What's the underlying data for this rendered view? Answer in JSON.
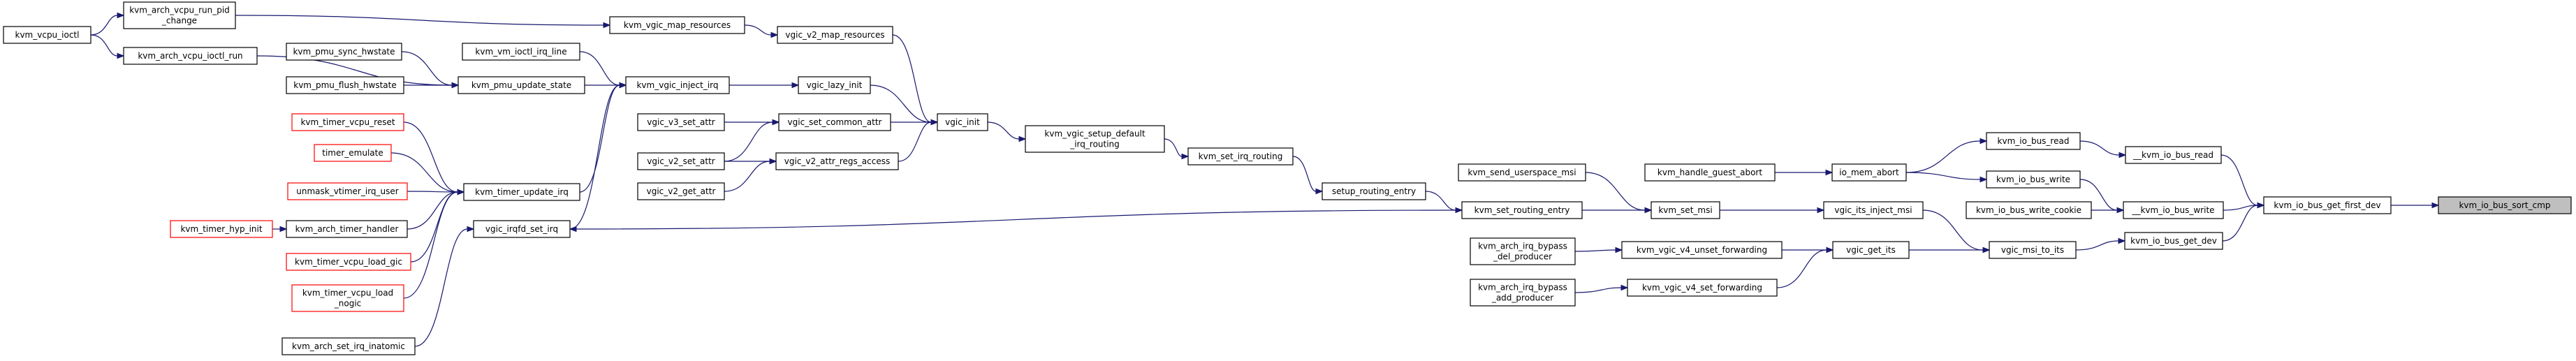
{
  "diagram": {
    "focus_node": "kvm_io_bus_sort_cmp",
    "nodes": [
      {
        "id": "kvm_vcpu_ioctl",
        "lines": [
          "kvm_vcpu_ioctl"
        ],
        "style": "normal"
      },
      {
        "id": "kvm_arch_vcpu_run_pid_change",
        "lines": [
          "kvm_arch_vcpu_run_pid",
          "_change"
        ],
        "style": "normal"
      },
      {
        "id": "kvm_arch_vcpu_ioctl_run",
        "lines": [
          "kvm_arch_vcpu_ioctl_run"
        ],
        "style": "normal"
      },
      {
        "id": "kvm_timer_hyp_init",
        "lines": [
          "kvm_timer_hyp_init"
        ],
        "style": "red"
      },
      {
        "id": "kvm_pmu_sync_hwstate",
        "lines": [
          "kvm_pmu_sync_hwstate"
        ],
        "style": "normal"
      },
      {
        "id": "kvm_pmu_flush_hwstate",
        "lines": [
          "kvm_pmu_flush_hwstate"
        ],
        "style": "normal"
      },
      {
        "id": "kvm_timer_vcpu_reset",
        "lines": [
          "kvm_timer_vcpu_reset"
        ],
        "style": "red"
      },
      {
        "id": "timer_emulate",
        "lines": [
          "timer_emulate"
        ],
        "style": "red"
      },
      {
        "id": "unmask_vtimer_irq_user",
        "lines": [
          "unmask_vtimer_irq_user"
        ],
        "style": "red"
      },
      {
        "id": "kvm_arch_timer_handler",
        "lines": [
          "kvm_arch_timer_handler"
        ],
        "style": "normal"
      },
      {
        "id": "kvm_timer_vcpu_load_gic",
        "lines": [
          "kvm_timer_vcpu_load_gic"
        ],
        "style": "red"
      },
      {
        "id": "kvm_timer_vcpu_load_nogic",
        "lines": [
          "kvm_timer_vcpu_load",
          "_nogic"
        ],
        "style": "red"
      },
      {
        "id": "kvm_arch_set_irq_inatomic",
        "lines": [
          "kvm_arch_set_irq_inatomic"
        ],
        "style": "normal"
      },
      {
        "id": "kvm_vm_ioctl_irq_line",
        "lines": [
          "kvm_vm_ioctl_irq_line"
        ],
        "style": "normal"
      },
      {
        "id": "kvm_pmu_update_state",
        "lines": [
          "kvm_pmu_update_state"
        ],
        "style": "normal"
      },
      {
        "id": "kvm_timer_update_irq",
        "lines": [
          "kvm_timer_update_irq"
        ],
        "style": "normal"
      },
      {
        "id": "vgic_irqfd_set_irq",
        "lines": [
          "vgic_irqfd_set_irq"
        ],
        "style": "normal"
      },
      {
        "id": "kvm_vgic_map_resources",
        "lines": [
          "kvm_vgic_map_resources"
        ],
        "style": "normal"
      },
      {
        "id": "kvm_vgic_inject_irq",
        "lines": [
          "kvm_vgic_inject_irq"
        ],
        "style": "normal"
      },
      {
        "id": "vgic_v3_set_attr",
        "lines": [
          "vgic_v3_set_attr"
        ],
        "style": "normal"
      },
      {
        "id": "vgic_v2_set_attr",
        "lines": [
          "vgic_v2_set_attr"
        ],
        "style": "normal"
      },
      {
        "id": "vgic_v2_get_attr",
        "lines": [
          "vgic_v2_get_attr"
        ],
        "style": "normal"
      },
      {
        "id": "vgic_v2_map_resources",
        "lines": [
          "vgic_v2_map_resources"
        ],
        "style": "normal"
      },
      {
        "id": "vgic_lazy_init",
        "lines": [
          "vgic_lazy_init"
        ],
        "style": "normal"
      },
      {
        "id": "vgic_set_common_attr",
        "lines": [
          "vgic_set_common_attr"
        ],
        "style": "normal"
      },
      {
        "id": "vgic_v2_attr_regs_access",
        "lines": [
          "vgic_v2_attr_regs_access"
        ],
        "style": "normal"
      },
      {
        "id": "vgic_init",
        "lines": [
          "vgic_init"
        ],
        "style": "normal"
      },
      {
        "id": "kvm_vgic_setup_default_irq_routing",
        "lines": [
          "kvm_vgic_setup_default",
          "_irq_routing"
        ],
        "style": "normal"
      },
      {
        "id": "kvm_set_irq_routing",
        "lines": [
          "kvm_set_irq_routing"
        ],
        "style": "normal"
      },
      {
        "id": "setup_routing_entry",
        "lines": [
          "setup_routing_entry"
        ],
        "style": "normal"
      },
      {
        "id": "kvm_send_userspace_msi",
        "lines": [
          "kvm_send_userspace_msi"
        ],
        "style": "normal"
      },
      {
        "id": "kvm_set_routing_entry",
        "lines": [
          "kvm_set_routing_entry"
        ],
        "style": "normal"
      },
      {
        "id": "kvm_arch_irq_bypass_del_producer",
        "lines": [
          "kvm_arch_irq_bypass",
          "_del_producer"
        ],
        "style": "normal"
      },
      {
        "id": "kvm_arch_irq_bypass_add_producer",
        "lines": [
          "kvm_arch_irq_bypass",
          "_add_producer"
        ],
        "style": "normal"
      },
      {
        "id": "kvm_set_msi",
        "lines": [
          "kvm_set_msi"
        ],
        "style": "normal"
      },
      {
        "id": "kvm_vgic_v4_unset_forwarding",
        "lines": [
          "kvm_vgic_v4_unset_forwarding"
        ],
        "style": "normal"
      },
      {
        "id": "kvm_vgic_v4_set_forwarding",
        "lines": [
          "kvm_vgic_v4_set_forwarding"
        ],
        "style": "normal"
      },
      {
        "id": "kvm_handle_guest_abort",
        "lines": [
          "kvm_handle_guest_abort"
        ],
        "style": "normal"
      },
      {
        "id": "vgic_its_inject_msi",
        "lines": [
          "vgic_its_inject_msi"
        ],
        "style": "normal"
      },
      {
        "id": "vgic_get_its",
        "lines": [
          "vgic_get_its"
        ],
        "style": "normal"
      },
      {
        "id": "io_mem_abort",
        "lines": [
          "io_mem_abort"
        ],
        "style": "normal"
      },
      {
        "id": "kvm_io_bus_write_cookie",
        "lines": [
          "kvm_io_bus_write_cookie"
        ],
        "style": "normal"
      },
      {
        "id": "vgic_msi_to_its",
        "lines": [
          "vgic_msi_to_its"
        ],
        "style": "normal"
      },
      {
        "id": "kvm_io_bus_read",
        "lines": [
          "kvm_io_bus_read"
        ],
        "style": "normal"
      },
      {
        "id": "kvm_io_bus_write",
        "lines": [
          "kvm_io_bus_write"
        ],
        "style": "normal"
      },
      {
        "id": "__kvm_io_bus_read",
        "lines": [
          "__kvm_io_bus_read"
        ],
        "style": "normal"
      },
      {
        "id": "__kvm_io_bus_write",
        "lines": [
          "__kvm_io_bus_write"
        ],
        "style": "normal"
      },
      {
        "id": "kvm_io_bus_get_dev",
        "lines": [
          "kvm_io_bus_get_dev"
        ],
        "style": "normal"
      },
      {
        "id": "kvm_io_bus_get_first_dev",
        "lines": [
          "kvm_io_bus_get_first_dev"
        ],
        "style": "normal"
      },
      {
        "id": "kvm_io_bus_sort_cmp",
        "lines": [
          "kvm_io_bus_sort_cmp"
        ],
        "style": "focus"
      }
    ],
    "edges": [
      {
        "from": "kvm_io_bus_get_first_dev",
        "to": "kvm_io_bus_sort_cmp"
      },
      {
        "from": "__kvm_io_bus_read",
        "to": "kvm_io_bus_get_first_dev"
      },
      {
        "from": "__kvm_io_bus_write",
        "to": "kvm_io_bus_get_first_dev"
      },
      {
        "from": "kvm_io_bus_get_dev",
        "to": "kvm_io_bus_get_first_dev"
      },
      {
        "from": "kvm_io_bus_read",
        "to": "__kvm_io_bus_read"
      },
      {
        "from": "kvm_io_bus_write",
        "to": "__kvm_io_bus_write"
      },
      {
        "from": "kvm_io_bus_write_cookie",
        "to": "__kvm_io_bus_write"
      },
      {
        "from": "vgic_msi_to_its",
        "to": "kvm_io_bus_get_dev"
      },
      {
        "from": "io_mem_abort",
        "to": "kvm_io_bus_read"
      },
      {
        "from": "io_mem_abort",
        "to": "kvm_io_bus_write"
      },
      {
        "from": "kvm_handle_guest_abort",
        "to": "io_mem_abort"
      },
      {
        "from": "vgic_its_inject_msi",
        "to": "vgic_msi_to_its"
      },
      {
        "from": "vgic_get_its",
        "to": "vgic_msi_to_its"
      },
      {
        "from": "kvm_set_msi",
        "to": "vgic_its_inject_msi"
      },
      {
        "from": "kvm_vgic_v4_unset_forwarding",
        "to": "vgic_get_its"
      },
      {
        "from": "kvm_vgic_v4_set_forwarding",
        "to": "vgic_get_its"
      },
      {
        "from": "kvm_arch_irq_bypass_del_producer",
        "to": "kvm_vgic_v4_unset_forwarding"
      },
      {
        "from": "kvm_arch_irq_bypass_add_producer",
        "to": "kvm_vgic_v4_set_forwarding"
      },
      {
        "from": "kvm_send_userspace_msi",
        "to": "kvm_set_msi"
      },
      {
        "from": "kvm_set_routing_entry",
        "to": "kvm_set_msi"
      },
      {
        "from": "kvm_set_routing_entry",
        "to": "vgic_irqfd_set_irq"
      },
      {
        "from": "setup_routing_entry",
        "to": "kvm_set_routing_entry"
      },
      {
        "from": "kvm_set_irq_routing",
        "to": "setup_routing_entry"
      },
      {
        "from": "kvm_vgic_setup_default_irq_routing",
        "to": "kvm_set_irq_routing"
      },
      {
        "from": "vgic_init",
        "to": "kvm_vgic_setup_default_irq_routing"
      },
      {
        "from": "vgic_v2_map_resources",
        "to": "vgic_init"
      },
      {
        "from": "vgic_lazy_init",
        "to": "vgic_init"
      },
      {
        "from": "vgic_set_common_attr",
        "to": "vgic_init"
      },
      {
        "from": "vgic_v2_attr_regs_access",
        "to": "vgic_init"
      },
      {
        "from": "kvm_vgic_map_resources",
        "to": "vgic_v2_map_resources"
      },
      {
        "from": "kvm_arch_vcpu_run_pid_change",
        "to": "kvm_vgic_map_resources"
      },
      {
        "from": "kvm_vcpu_ioctl",
        "to": "kvm_arch_vcpu_run_pid_change"
      },
      {
        "from": "kvm_vcpu_ioctl",
        "to": "kvm_arch_vcpu_ioctl_run"
      },
      {
        "from": "kvm_arch_vcpu_ioctl_run",
        "to": "kvm_pmu_update_state"
      },
      {
        "from": "kvm_vgic_inject_irq",
        "to": "vgic_lazy_init"
      },
      {
        "from": "vgic_v3_set_attr",
        "to": "vgic_set_common_attr"
      },
      {
        "from": "vgic_v2_set_attr",
        "to": "vgic_set_common_attr"
      },
      {
        "from": "vgic_v2_set_attr",
        "to": "vgic_v2_attr_regs_access"
      },
      {
        "from": "vgic_v2_get_attr",
        "to": "vgic_v2_attr_regs_access"
      },
      {
        "from": "kvm_vm_ioctl_irq_line",
        "to": "kvm_vgic_inject_irq"
      },
      {
        "from": "kvm_pmu_update_state",
        "to": "kvm_vgic_inject_irq"
      },
      {
        "from": "kvm_timer_update_irq",
        "to": "kvm_vgic_inject_irq"
      },
      {
        "from": "vgic_irqfd_set_irq",
        "to": "kvm_vgic_inject_irq"
      },
      {
        "from": "kvm_pmu_sync_hwstate",
        "to": "kvm_pmu_update_state"
      },
      {
        "from": "kvm_pmu_flush_hwstate",
        "to": "kvm_pmu_update_state"
      },
      {
        "from": "kvm_timer_vcpu_reset",
        "to": "kvm_timer_update_irq"
      },
      {
        "from": "timer_emulate",
        "to": "kvm_timer_update_irq"
      },
      {
        "from": "unmask_vtimer_irq_user",
        "to": "kvm_timer_update_irq"
      },
      {
        "from": "kvm_arch_timer_handler",
        "to": "kvm_timer_update_irq"
      },
      {
        "from": "kvm_timer_vcpu_load_gic",
        "to": "kvm_timer_update_irq"
      },
      {
        "from": "kvm_timer_vcpu_load_nogic",
        "to": "kvm_timer_update_irq"
      },
      {
        "from": "kvm_timer_hyp_init",
        "to": "kvm_arch_timer_handler"
      },
      {
        "from": "kvm_arch_set_irq_inatomic",
        "to": "vgic_irqfd_set_irq"
      }
    ]
  },
  "colors": {
    "edge": "#191970",
    "node_border": "#000000",
    "node_border_unlinked": "#ff0000",
    "focus_fill": "#bfbfbf",
    "background": "#ffffff"
  }
}
